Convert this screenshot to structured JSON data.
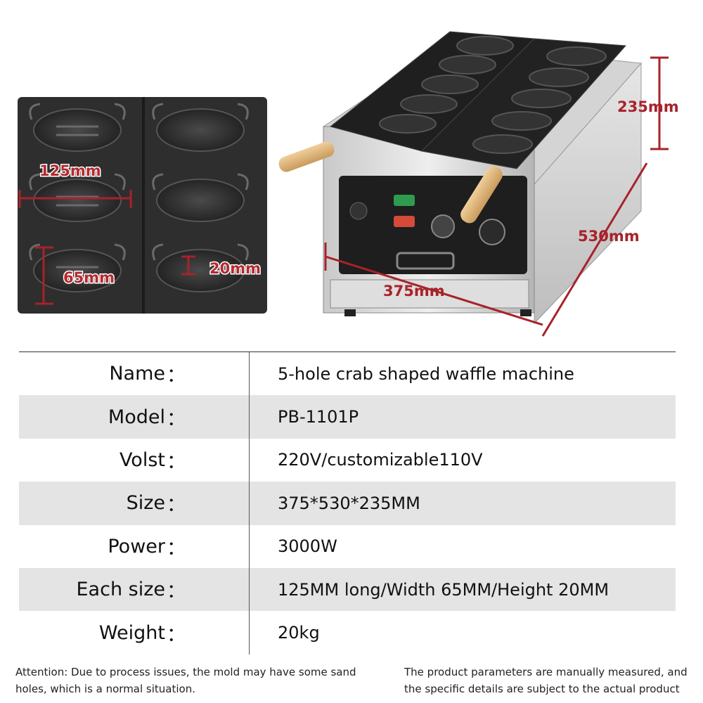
{
  "dimensions": {
    "height": "235mm",
    "depth": "530mm",
    "width": "375mm",
    "mold_length": "125mm",
    "mold_width": "65mm",
    "mold_height": "20mm"
  },
  "specs": [
    {
      "label": "Name",
      "value": "5-hole crab shaped waffle machine"
    },
    {
      "label": "Model",
      "value": "PB-1101P"
    },
    {
      "label": "Volst",
      "value": "220V/customizable110V"
    },
    {
      "label": "Size",
      "value": "375*530*235MM"
    },
    {
      "label": "Power",
      "value": "3000W"
    },
    {
      "label": "Each size",
      "value": "125MM long/Width 65MM/Height 20MM"
    },
    {
      "label": "Weight",
      "value": "20kg"
    }
  ],
  "colon": "：",
  "notes": {
    "left": "Attention: Due to process issues, the mold may have some sand holes, which is a normal situation.",
    "right": "The product parameters are manually measured, and the specific details are subject to the actual product"
  },
  "colors": {
    "dimension_red": "#a8222a",
    "row_shade": "#e4e4e4"
  }
}
